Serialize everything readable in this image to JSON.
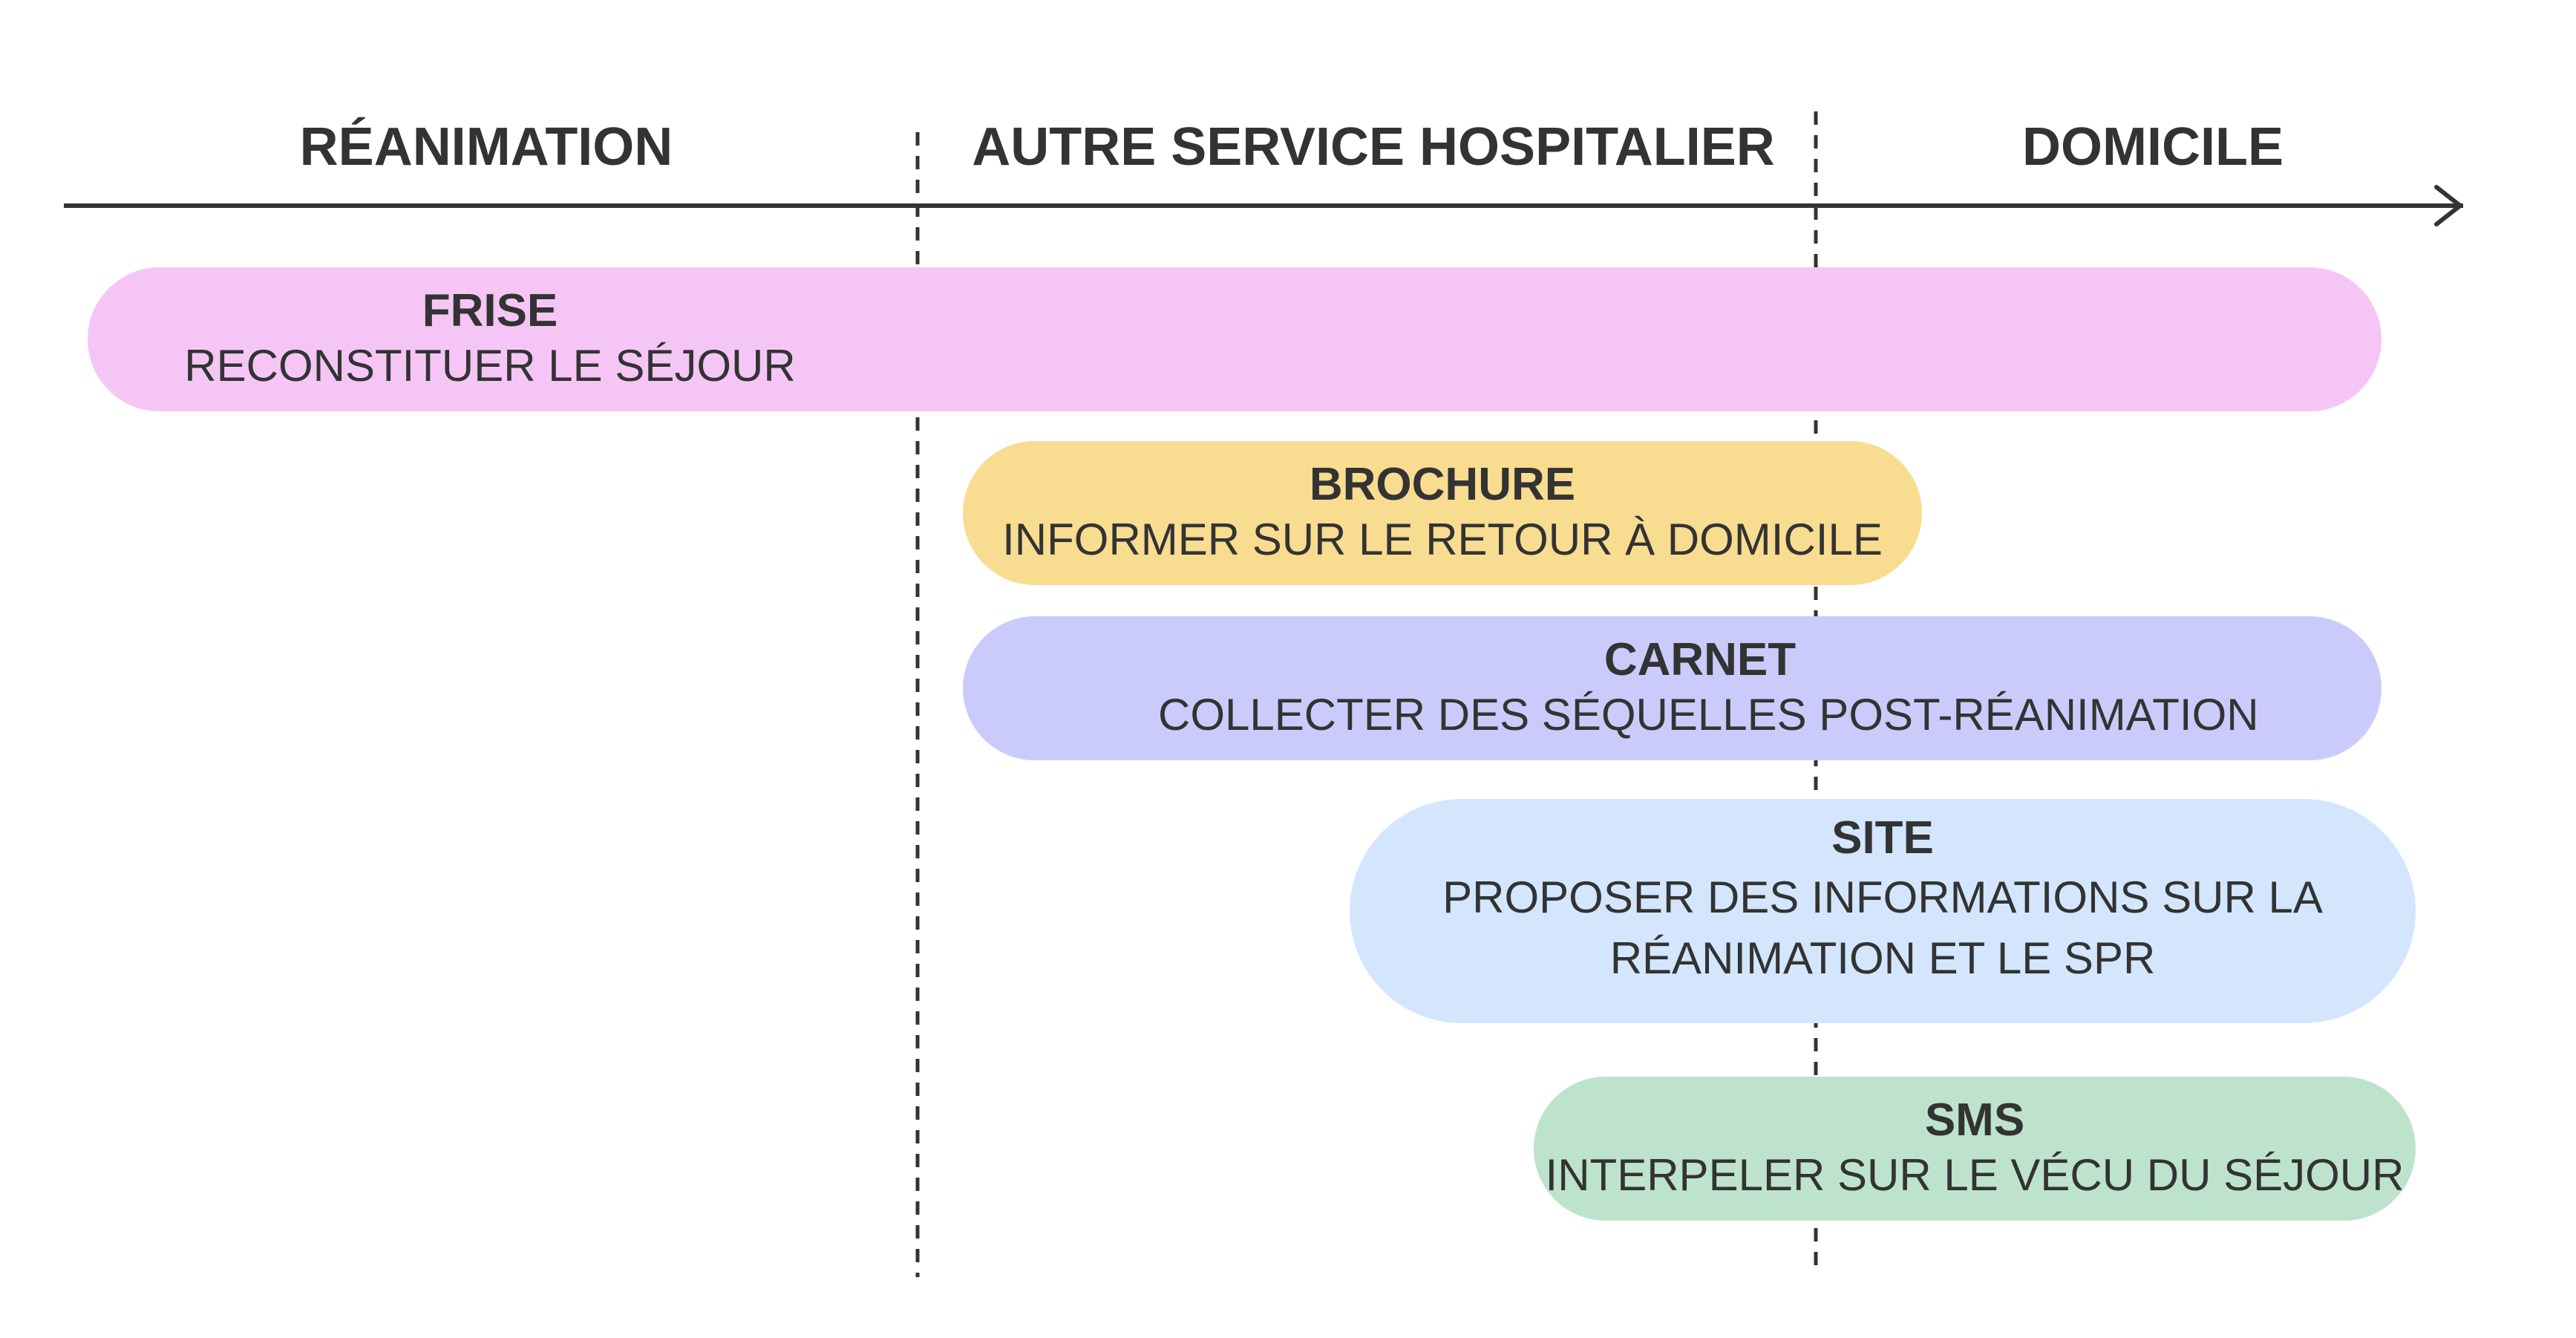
{
  "phases": [
    {
      "label": "RÉANIMATION"
    },
    {
      "label": "AUTRE SERVICE HOSPITALIER"
    },
    {
      "label": "DOMICILE"
    }
  ],
  "tools": [
    {
      "title": "FRISE",
      "description": "RECONSTITUER LE SÉJOUR",
      "color": "#F5C6F5"
    },
    {
      "title": "BROCHURE",
      "description": "INFORMER SUR LE RETOUR À DOMICILE",
      "color": "#F8DC90"
    },
    {
      "title": "CARNET",
      "description": "COLLECTER DES SÉQUELLES POST-RÉANIMATION",
      "color": "#CBCBFB"
    },
    {
      "title": "SITE",
      "description_line1": "PROPOSER DES INFORMATIONS SUR LA",
      "description_line2": "RÉANIMATION ET LE SPR",
      "color": "#D3E6FD"
    },
    {
      "title": "SMS",
      "description": "INTERPELER SUR LE VÉCU DU SÉJOUR",
      "color": "#BDE3CC"
    }
  ],
  "colors": {
    "text": "#333333",
    "axis": "#333333"
  }
}
